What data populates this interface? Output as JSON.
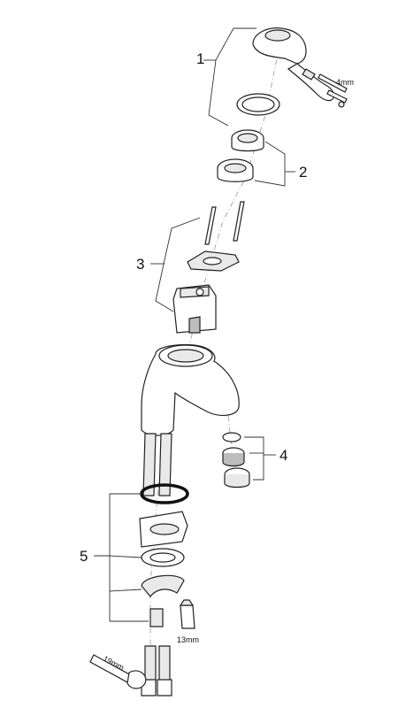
{
  "callouts": {
    "c1": "1",
    "c2": "2",
    "c3": "3",
    "c4": "4",
    "c5": "5"
  },
  "dimensions": {
    "allen_key": "4mm",
    "hex_socket": "13mm",
    "wrench": "19mm"
  }
}
